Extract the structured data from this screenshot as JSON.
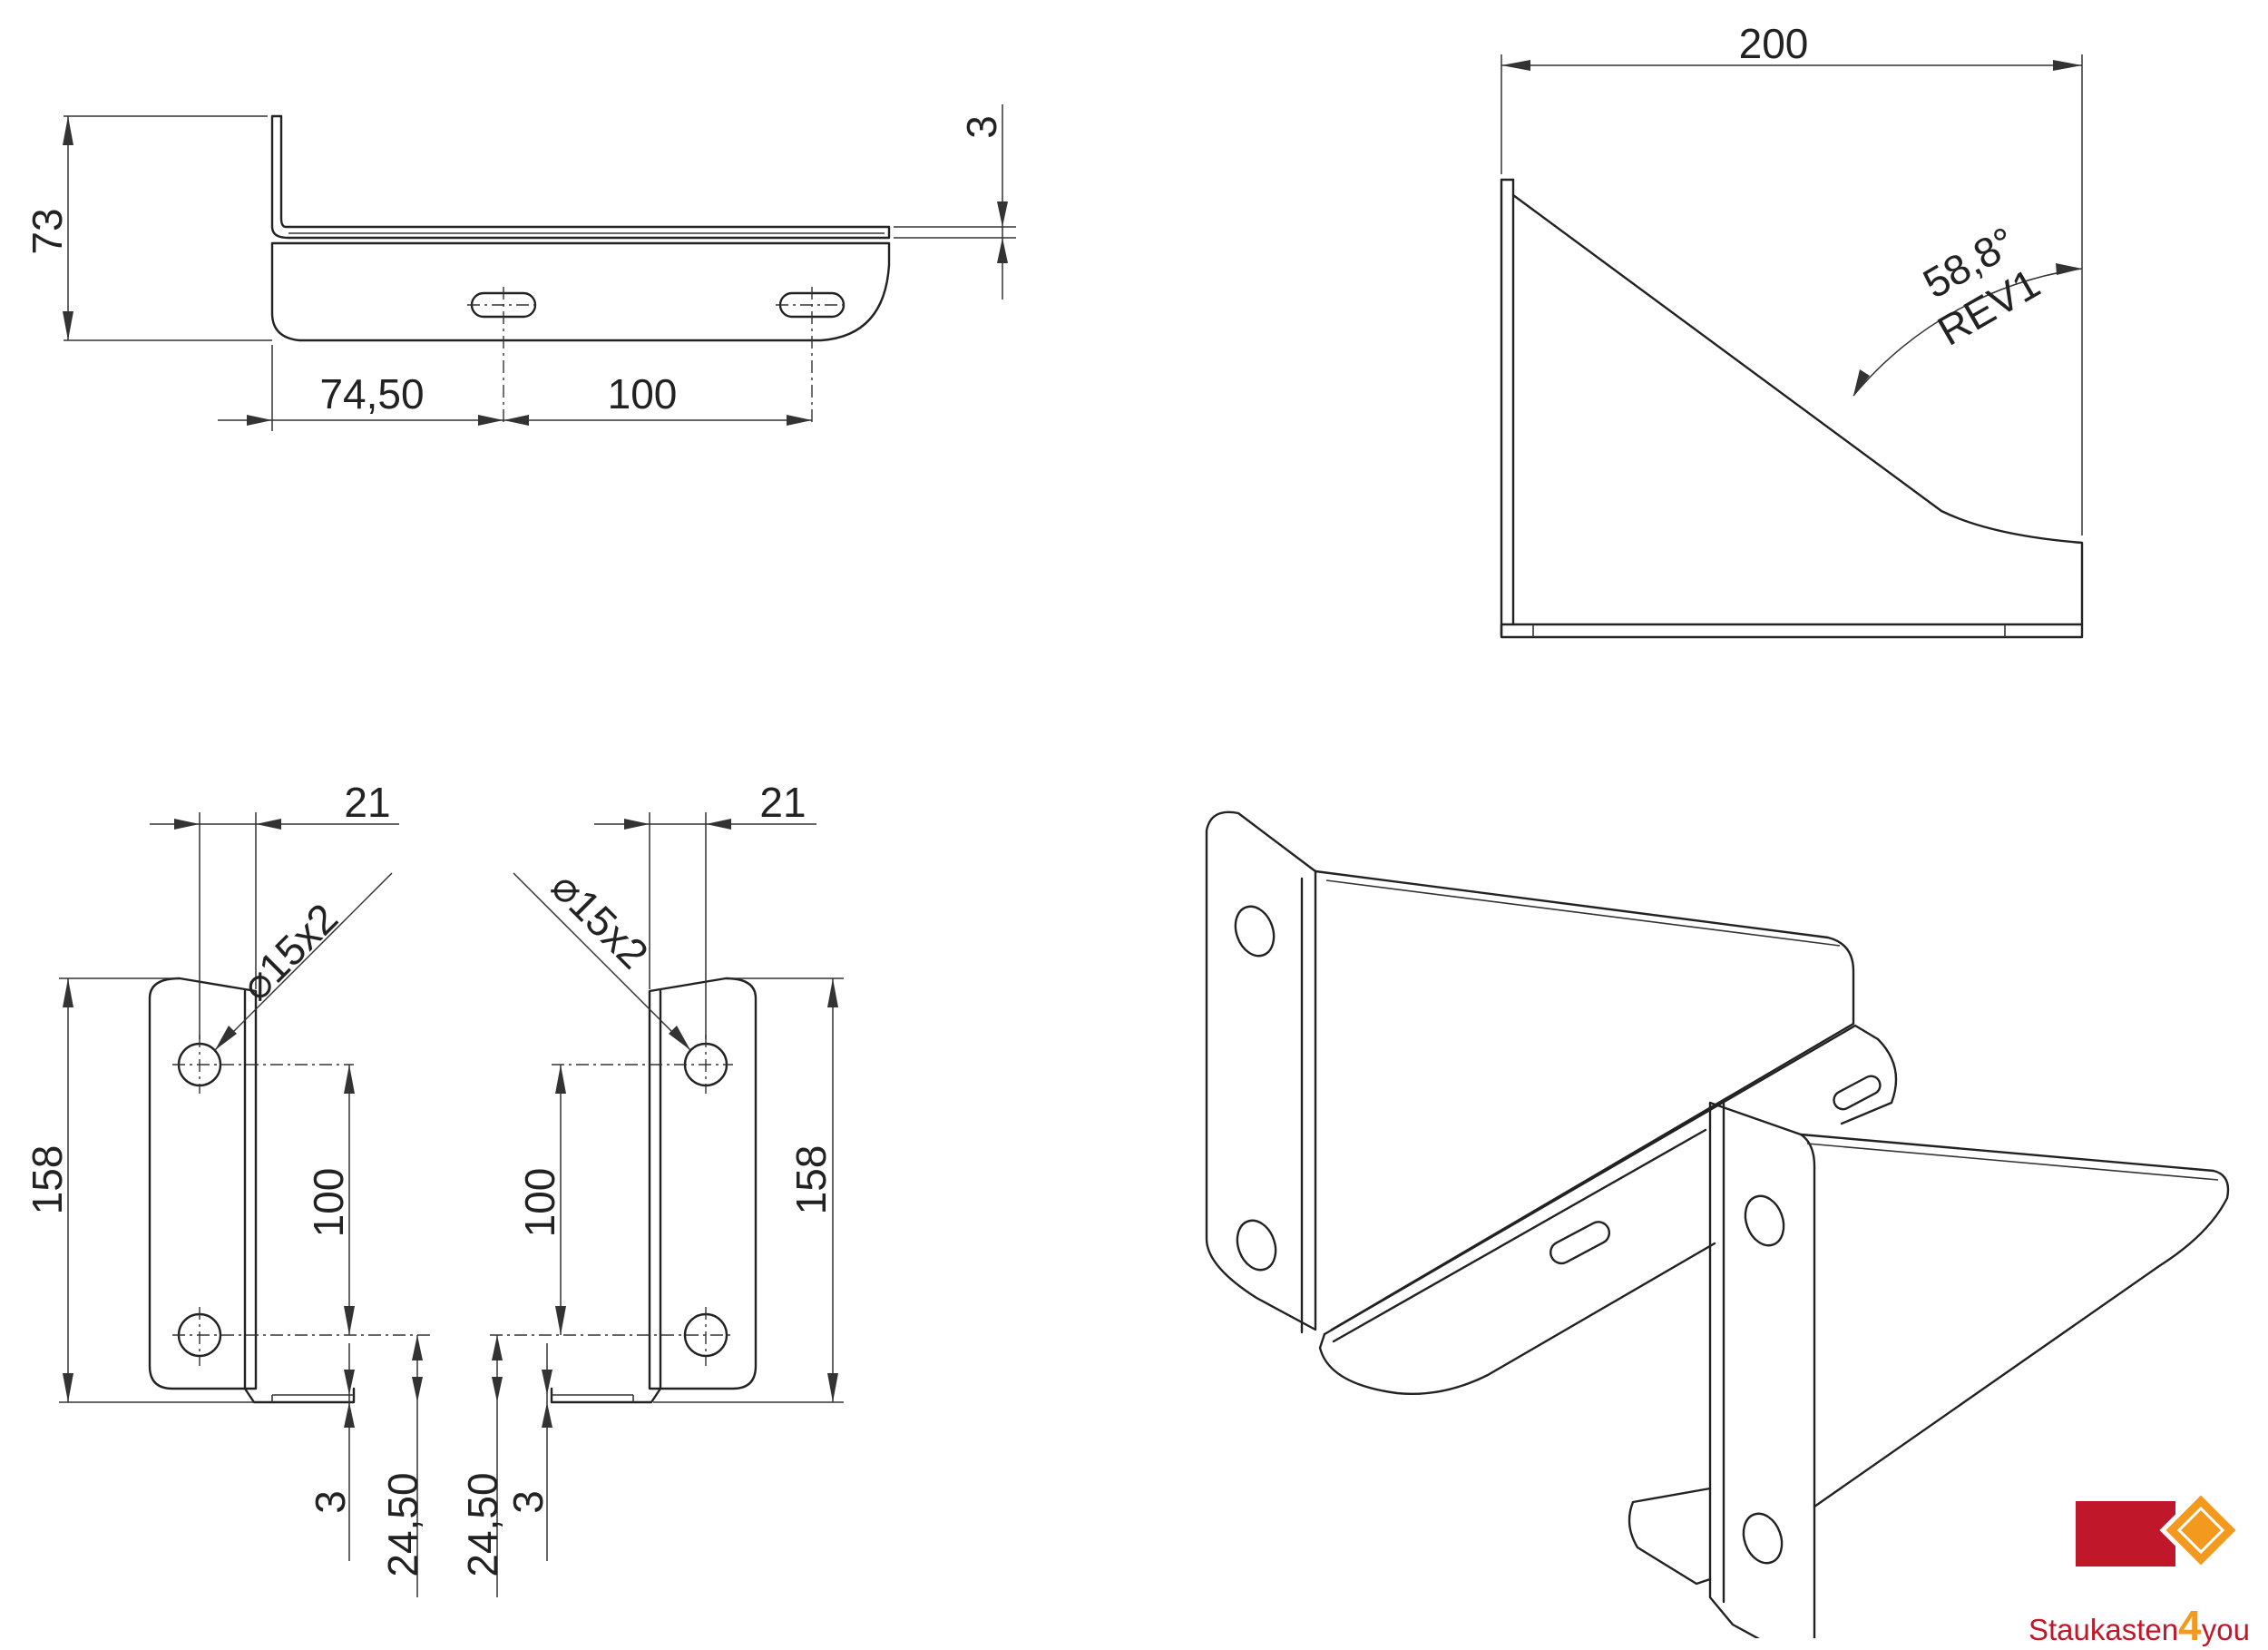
{
  "side_view": {
    "height_dim": "73",
    "thickness_dim": "3",
    "offset_dim": "74,50",
    "slot_pitch_dim": "100"
  },
  "top_view": {
    "width_dim": "200",
    "angle_dim": "58,8°",
    "revision_label": "REV1"
  },
  "left_flange_view": {
    "edge_dim": "21",
    "hole_note": "⌀15x2",
    "height_dim": "158",
    "hole_pitch_dim": "100",
    "thickness_dim": "3",
    "offset_dim": "24,50"
  },
  "right_flange_view": {
    "edge_dim": "21",
    "hole_note": "⌀15x2",
    "height_dim": "158",
    "hole_pitch_dim": "100",
    "thickness_dim": "3",
    "offset_dim": "24,50"
  },
  "logo": {
    "name_part1": "Staukasten",
    "name_part2": "4",
    "name_part3": "you",
    "colors": {
      "red": "#c0172b",
      "orange": "#f39a1e"
    }
  }
}
